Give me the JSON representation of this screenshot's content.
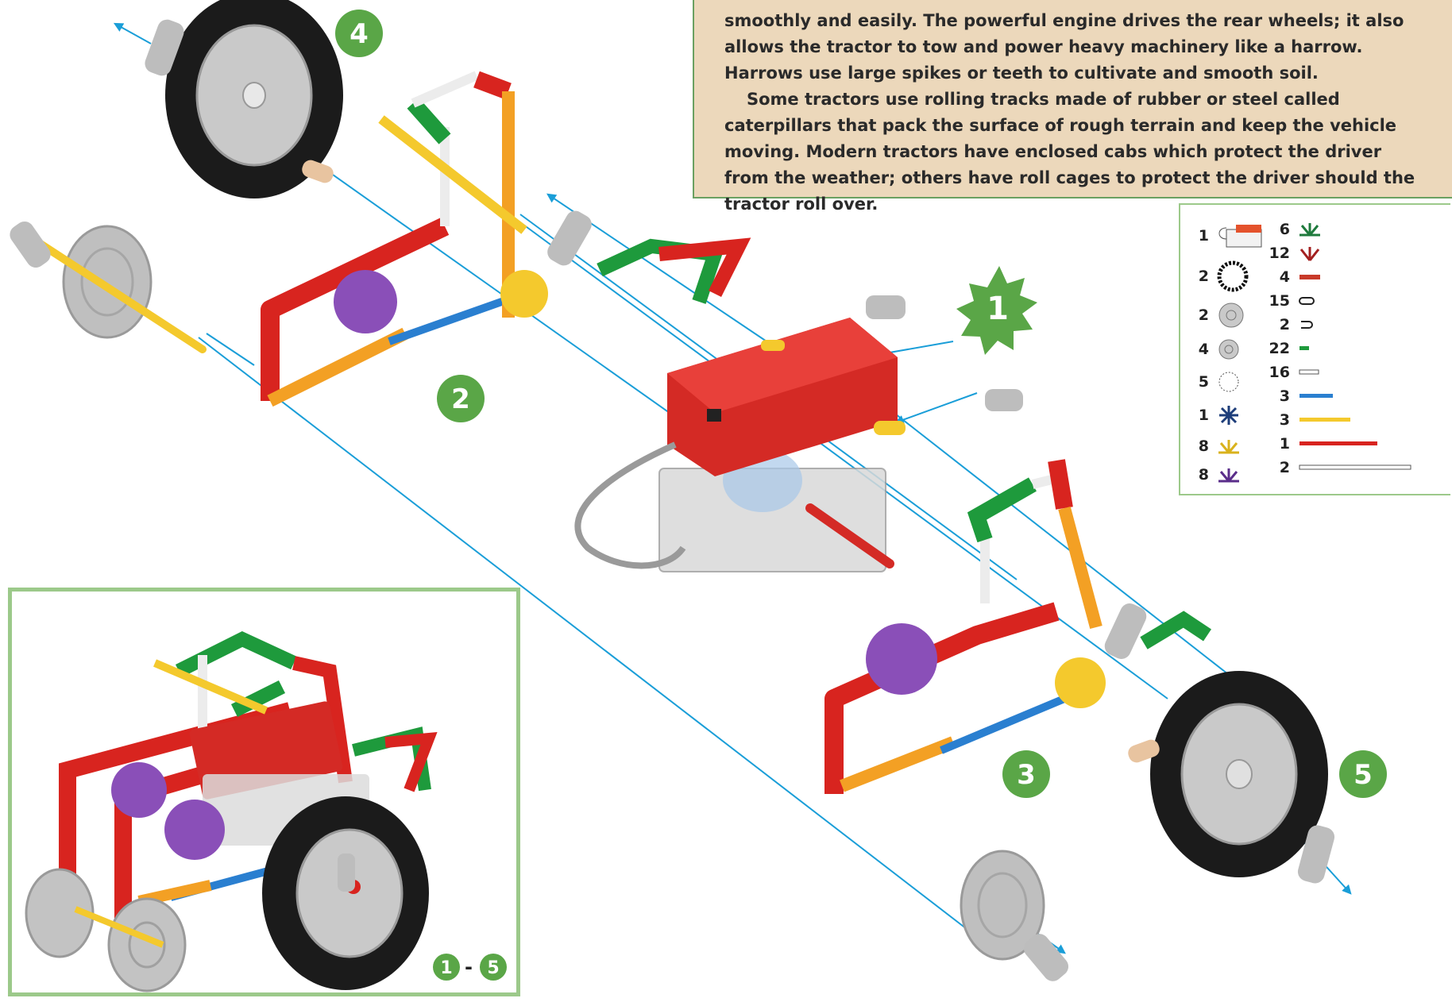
{
  "intro": {
    "paragraph1": "smoothly and easily. The powerful engine drives the rear wheels; it also allows the tractor to tow and power heavy machinery like a harrow. Harrows use large spikes or teeth to cultivate and smooth soil.",
    "paragraph2": "Some tractors use rolling tracks made of rubber or steel called caterpillars that pack the surface of rough terrain and keep the vehicle moving. Modern tractors have enclosed cabs which protect the driver from the weather; others have roll cages to protect the driver should the tractor roll over."
  },
  "steps": {
    "step1": "1",
    "step2": "2",
    "step3": "3",
    "step4": "4",
    "step5": "5",
    "range_start": "1",
    "range_dash": "-",
    "range_end": "5"
  },
  "parts_list": {
    "left": [
      {
        "qty": "1",
        "icon": "motor-icon"
      },
      {
        "qty": "2",
        "icon": "tire-icon"
      },
      {
        "qty": "2",
        "icon": "large-wheel-hub-icon"
      },
      {
        "qty": "4",
        "icon": "small-wheel-hub-icon"
      },
      {
        "qty": "5",
        "icon": "white-connector-icon"
      },
      {
        "qty": "1",
        "icon": "blue-connector-icon"
      },
      {
        "qty": "8",
        "icon": "yellow-connector-icon"
      },
      {
        "qty": "8",
        "icon": "purple-connector-icon"
      }
    ],
    "right": [
      {
        "qty": "6",
        "icon": "green-connector-icon"
      },
      {
        "qty": "12",
        "icon": "red-connector-icon"
      },
      {
        "qty": "4",
        "icon": "spacer-icon"
      },
      {
        "qty": "15",
        "icon": "clip-icon"
      },
      {
        "qty": "2",
        "icon": "tan-clip-icon"
      },
      {
        "qty": "22",
        "icon": "green-rod-icon"
      },
      {
        "qty": "16",
        "icon": "white-rod-icon"
      },
      {
        "qty": "3",
        "icon": "blue-rod-icon"
      },
      {
        "qty": "3",
        "icon": "yellow-rod-icon"
      },
      {
        "qty": "1",
        "icon": "red-rod-icon"
      },
      {
        "qty": "2",
        "icon": "grey-rod-icon"
      }
    ]
  },
  "colors": {
    "tan_background": "#ecd8bb",
    "badge_green": "#5aa647",
    "guide_line": "#1a9ed8",
    "frame_red": "#d8241f",
    "connector_green": "#1e9a3c",
    "connector_purple": "#8a4fb8",
    "rod_yellow": "#f4c92d",
    "rod_blue": "#2a7fd0",
    "rod_orange": "#f3a024",
    "tire_black": "#1b1b1b",
    "hub_grey": "#c9c9c9",
    "motor_red": "#d42a25"
  }
}
